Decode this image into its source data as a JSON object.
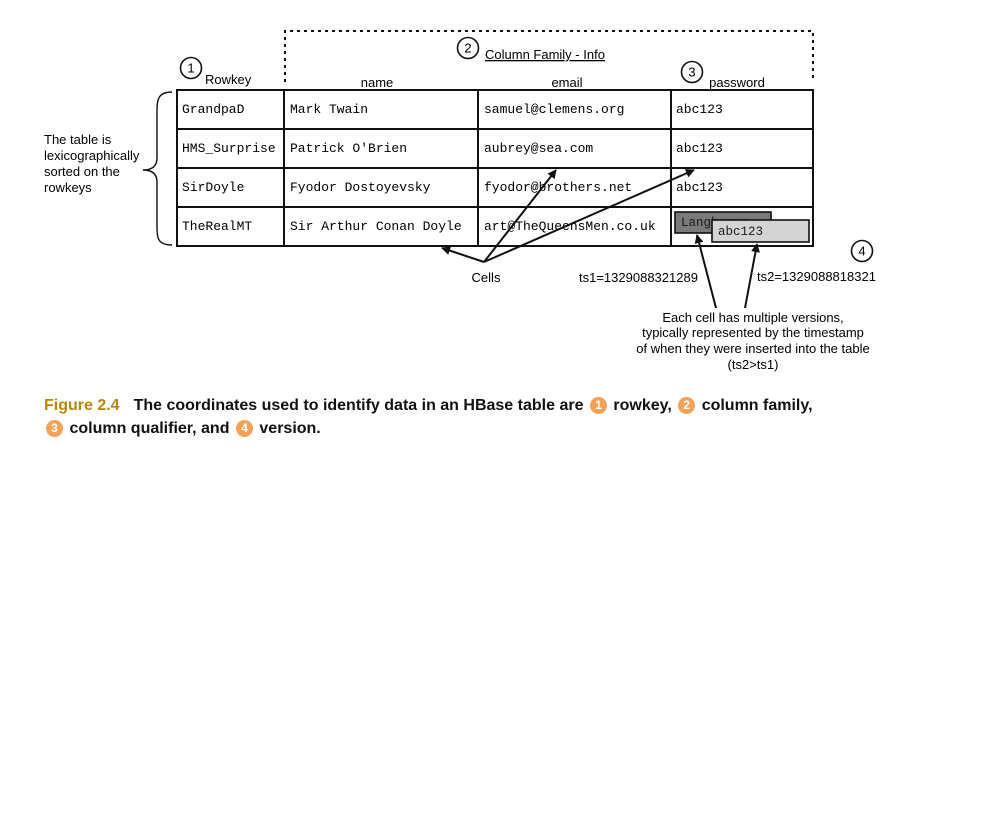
{
  "headers": {
    "rowkey": "Rowkey",
    "column_family": "Column Family - Info",
    "name": "name",
    "email": "email",
    "password": "password"
  },
  "markers": [
    "1",
    "2",
    "3",
    "4"
  ],
  "rows": [
    {
      "rowkey": "GrandpaD",
      "name": "Mark Twain",
      "email": "samuel@clemens.org",
      "password": "abc123"
    },
    {
      "rowkey": "HMS_Surprise",
      "name": "Patrick O'Brien",
      "email": "aubrey@sea.com",
      "password": "abc123"
    },
    {
      "rowkey": "SirDoyle",
      "name": "Fyodor Dostoyevsky",
      "email": "fyodor@brothers.net",
      "password": "abc123"
    },
    {
      "rowkey": "TheRealMT",
      "name": "Sir Arthur Conan Doyle",
      "email": "art@TheQueensMen.co.uk",
      "password_versions": [
        "Langhorne",
        "abc123"
      ]
    }
  ],
  "annotations": {
    "sorted_note": [
      "The table is",
      "lexicographically",
      "sorted on the",
      "rowkeys"
    ],
    "cells": "Cells",
    "ts1": "ts1=1329088321289",
    "ts2": "ts2=1329088818321",
    "versions_note": [
      "Each cell has multiple versions,",
      "typically represented by the timestamp",
      "of when they were inserted into the table",
      "(ts2>ts1)"
    ]
  },
  "caption": {
    "figure_label": "Figure 2.4",
    "part1": "The coordinates used to identify data in an HBase table are",
    "item1": "rowkey,",
    "item2": "column family,",
    "item3": "column qualifier, and",
    "item4": "version."
  },
  "colors": {
    "caption_figure": "#b8860b",
    "badge": "#f4a259",
    "version_old": "#7a7a7a",
    "version_new": "#d4d4d4"
  }
}
